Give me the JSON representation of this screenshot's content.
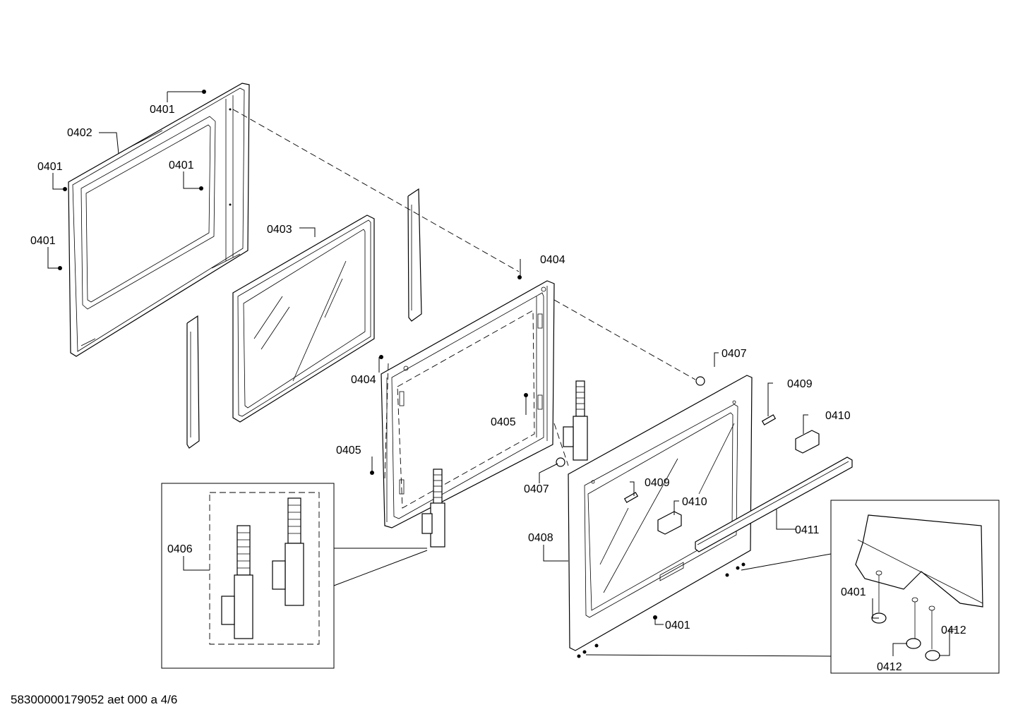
{
  "footer": {
    "doc_id": "58300000179052 aet 000 a 4/6"
  },
  "labels": {
    "l1": "0401",
    "l2": "0402",
    "l3": "0401",
    "l4": "0401",
    "l5": "0401",
    "l6": "0403",
    "l7": "0404",
    "l8": "0404",
    "l9": "0405",
    "l10": "0405",
    "l11": "0407",
    "l12": "0407",
    "l13": "0409",
    "l14": "0410",
    "l15": "0409",
    "l16": "0410",
    "l17": "0411",
    "l18": "0408",
    "l19": "0406",
    "l20": "0401",
    "l21": "0401",
    "l22": "0412",
    "l23": "0412"
  }
}
